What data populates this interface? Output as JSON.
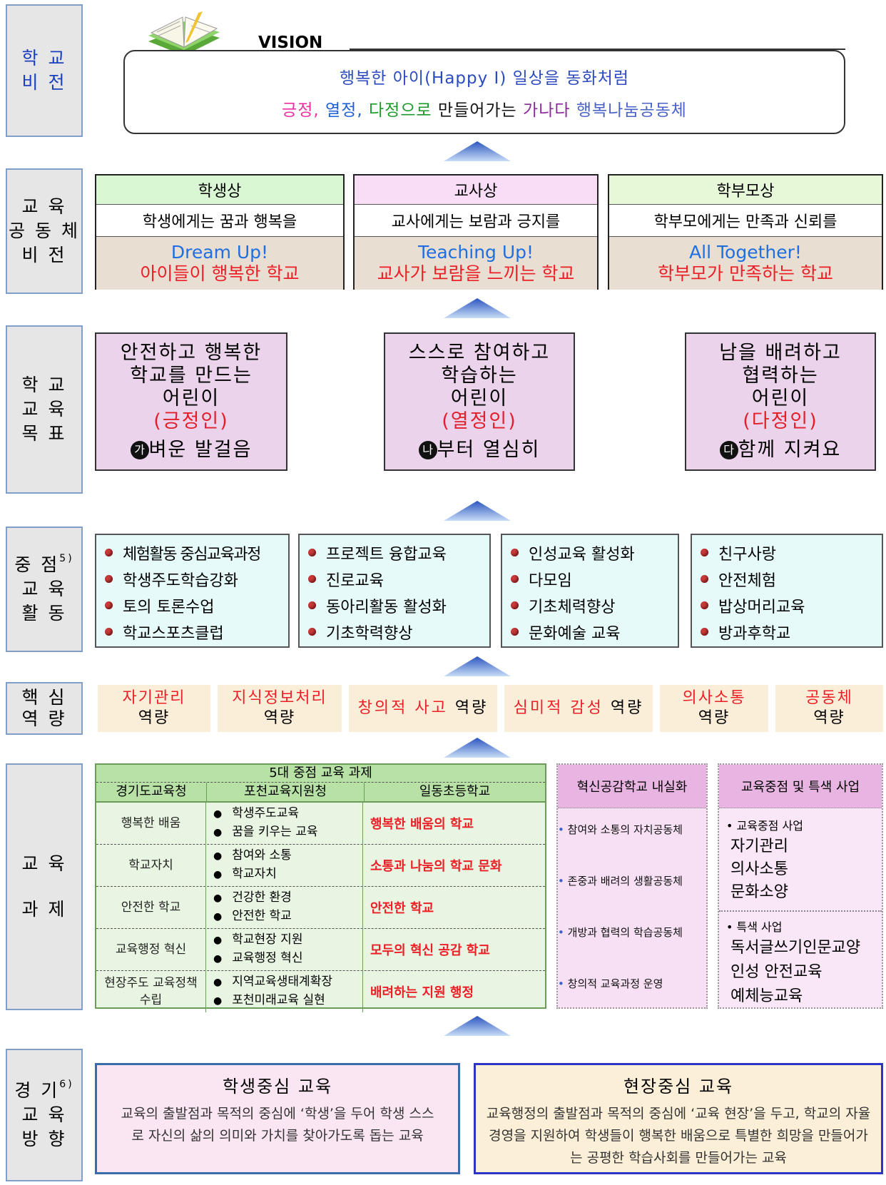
{
  "side_labels": {
    "vision": [
      "학 교",
      "비 전"
    ],
    "community": [
      "교 육",
      "공 동 체",
      "비 전"
    ],
    "goals": [
      "학 교",
      "교 육",
      "목 표"
    ],
    "activities": [
      "중 점",
      "교 육",
      "활 동"
    ],
    "activities_sup": "5)",
    "competency": [
      "핵 심",
      "역 량"
    ],
    "tasks": [
      "교 육",
      "과 제"
    ],
    "direction": [
      "경 기",
      "교 육",
      "방 향"
    ],
    "direction_sup": "6)"
  },
  "vision": {
    "title": "VISION",
    "line1": "행복한 아이(Happy Ⅰ) 일상을 동화처럼",
    "line2_parts": [
      {
        "text": "긍정, ",
        "color": "#ee2ea0"
      },
      {
        "text": "열정, ",
        "color": "#1f5fd6"
      },
      {
        "text": "다정으로 ",
        "color": "#1a9a2a"
      },
      {
        "text": "만들어가는 ",
        "color": "#111111"
      },
      {
        "text": "가나다 ",
        "color": "#8a2a9a"
      },
      {
        "text": "행복나눔공동체",
        "color": "#4a62c8"
      }
    ]
  },
  "community": [
    {
      "header": "학생상",
      "statement": "학생에게는 꿈과 행복을",
      "slogan": "Dream Up!",
      "school": "아이들이 행복한 학교",
      "header_bg": "#d8f7d2"
    },
    {
      "header": "교사상",
      "statement": "교사에게는 보람과 긍지를",
      "slogan": "Teaching Up!",
      "school": "교사가 보람을 느끼는 학교",
      "header_bg": "#f9dcf5"
    },
    {
      "header": "학부모상",
      "statement": "학부모에게는 만족과 신뢰를",
      "slogan": "All Together!",
      "school": "학부모가 만족하는 학교",
      "header_bg": "#e6f8d8"
    }
  ],
  "goals": [
    {
      "lines": [
        "안전하고 행복한",
        "학교를 만드는",
        "어린이"
      ],
      "value": "(긍정인)",
      "badge": "가",
      "motto": "벼운 발걸음"
    },
    {
      "lines": [
        "스스로 참여하고",
        "학습하는",
        "어린이"
      ],
      "value": "(열정인)",
      "badge": "나",
      "motto": "부터 열심히"
    },
    {
      "lines": [
        "남을 배려하고",
        "협력하는",
        "어린이"
      ],
      "value": "(다정인)",
      "badge": "다",
      "motto": "함께 지켜요"
    }
  ],
  "activities": [
    [
      "체험활동 중심교육과정",
      "학생주도학습강화",
      "토의 토론수업",
      "학교스포츠클럽"
    ],
    [
      "프로젝트 융합교육",
      "진로교육",
      "동아리활동 활성화",
      "기초학력향상"
    ],
    [
      "인성교육 활성화",
      "다모임",
      "기초체력향상",
      "문화예술 교육"
    ],
    [
      "친구사랑",
      "안전체험",
      "밥상머리교육",
      "방과후학교"
    ]
  ],
  "competencies": [
    {
      "red": "자기관리",
      "black": "역량"
    },
    {
      "red": "지식정보처리",
      "black": "역량"
    },
    {
      "red": "창의적 사고",
      "black": "역량"
    },
    {
      "red": "심미적 감성",
      "black": "역량"
    },
    {
      "red": "의사소통",
      "black": "역량"
    },
    {
      "red": "공동체",
      "black": "역량"
    }
  ],
  "tasks": {
    "title": "5대 중점 교육 과제",
    "headers": [
      "경기도교육청",
      "포천교육지원청",
      "일동초등학교"
    ],
    "rows": [
      {
        "office": "행복한 배움",
        "district": [
          "학생주도교육",
          "꿈을 키우는 교육"
        ],
        "school": "행복한 배움의 학교"
      },
      {
        "office": "학교자치",
        "district": [
          "참여와 소통",
          "학교자치"
        ],
        "school": "소통과 나눔의 학교 문화"
      },
      {
        "office": "안전한 학교",
        "district": [
          "건강한 환경",
          "안전한 학교"
        ],
        "school": "안전한 학교"
      },
      {
        "office": "교육행정 혁신",
        "district": [
          "학교현장 지원",
          "교육행정 혁신"
        ],
        "school": "모두의 혁신 공감 학교"
      },
      {
        "office": "현장주도 교육정책수립",
        "district": [
          "지역교육생태계확장",
          "포천미래교육 실현"
        ],
        "school": "배려하는 지원 행정"
      }
    ],
    "innovation_title": "혁신공감학교 내실화",
    "innovation_items": [
      "참여와 소통의 자치공동체",
      "존중과 배려의 생활공동체",
      "개방과 협력의 학습공동체",
      "창의적 교육과정 운영"
    ],
    "special_title": "교육중점 및 특색 사업",
    "focus_label": "• 교육중점 사업",
    "focus_items": [
      "자기관리",
      "의사소통",
      "문화소양"
    ],
    "special_label": "• 특색 사업",
    "special_items": [
      "독서글쓰기인문교양",
      "인성 안전교육",
      "예체능교육"
    ]
  },
  "direction": [
    {
      "title": "학생중심 교육",
      "body": "교육의 출발점과 목적의 중심에 ‘학생’을 두어 학생 스스로 자신의 삶의 의미와 가치를 찾아가도록 돕는 교육"
    },
    {
      "title": "현장중심 교육",
      "body": "교육행정의 출발점과 목적의 중심에 ‘교육 현장’을 두고, 학교의 자율경영을 지원하여 학생들이 행복한 배움으로 특별한 희망을 만들어가는 공평한 학습사회를 만들어가는 교육"
    }
  ],
  "colors": {
    "side_bg": "#e6e6e6",
    "side_border": "#7f9fc6",
    "slogan_blue": "#1f6fe0",
    "accent_red": "#ec1f26",
    "goal_bg": "#ecd3ec",
    "activity_bg": "#e6fafa",
    "competency_bg": "#fbeed9"
  }
}
